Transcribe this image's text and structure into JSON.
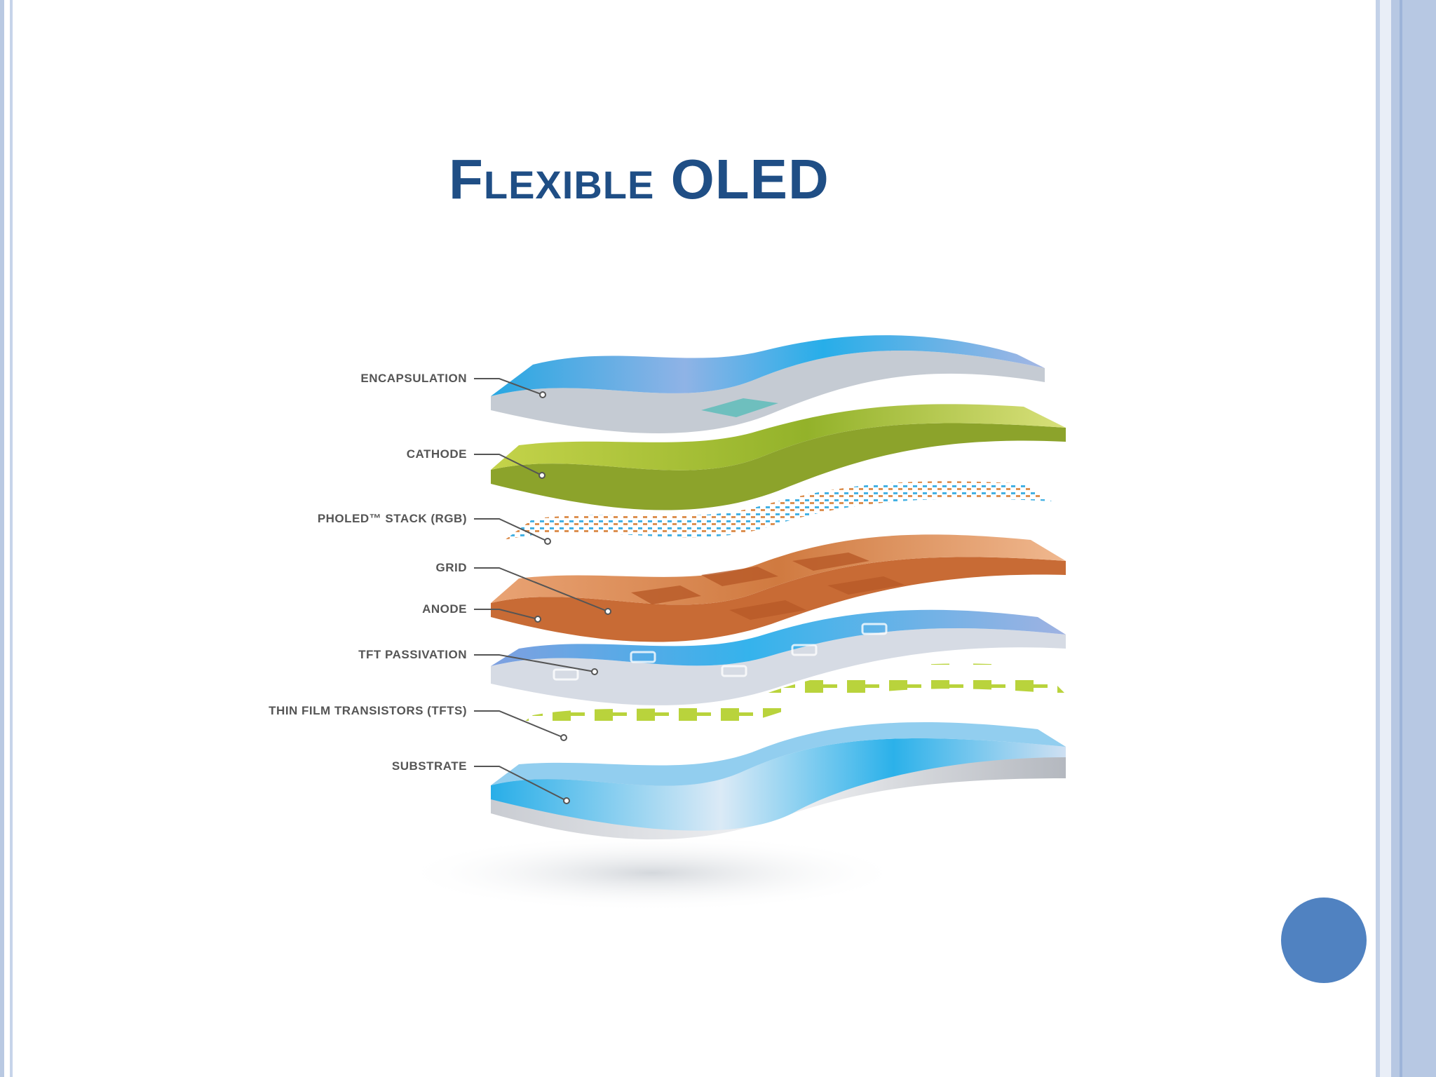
{
  "slide": {
    "title": "Flexible OLED"
  },
  "diagram": {
    "labels": [
      {
        "id": "encapsulation",
        "text": "ENCAPSULATION"
      },
      {
        "id": "cathode",
        "text": "CATHODE"
      },
      {
        "id": "pholed",
        "text": "PHOLED™ STACK (RGB)"
      },
      {
        "id": "grid",
        "text": "GRID"
      },
      {
        "id": "anode",
        "text": "ANODE"
      },
      {
        "id": "tft-passivation",
        "text": "TFT PASSIVATION"
      },
      {
        "id": "tfts",
        "text": "THIN FILM TRANSISTORS (TFTS)"
      },
      {
        "id": "substrate",
        "text": "SUBSTRATE"
      }
    ]
  },
  "colors": {
    "title": "#1f4e85",
    "encapsulation": "#2aa8e0",
    "cathode": "#a9c23a",
    "grid_anode": "#d9824a",
    "tft_passivation": "#6fa6e0",
    "tfts": "#b2cf3c",
    "substrate": "#2ab0e8",
    "nav_circle": "#5082c1"
  }
}
